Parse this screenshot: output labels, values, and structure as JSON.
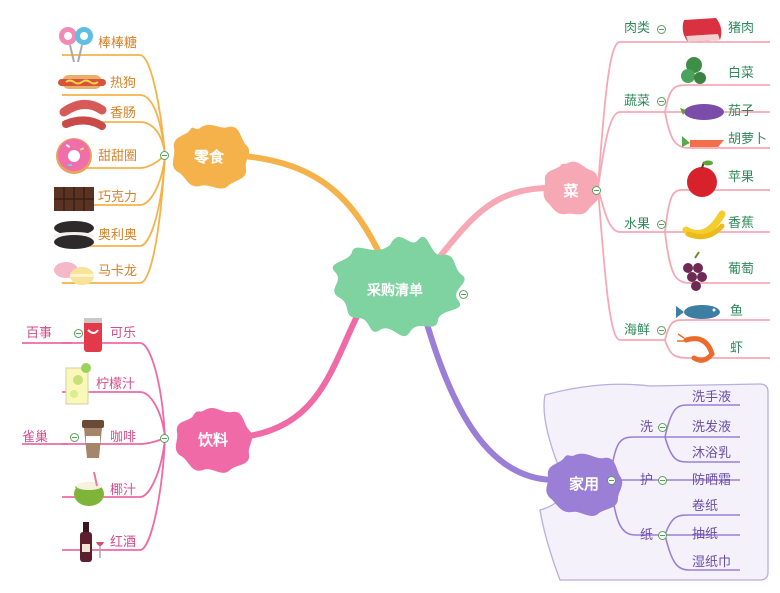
{
  "colors": {
    "center": "#7ed3a1",
    "snacks": "#f6b24a",
    "drinks": "#ef6aa6",
    "vegetables_branch": "#f6a9b5",
    "household": "#9b7fd6",
    "household_box": "#b9aee0"
  },
  "center": {
    "label": "采购清单"
  },
  "snacks": {
    "label": "零食",
    "items": [
      "棒棒糖",
      "热狗",
      "香肠",
      "甜甜圈",
      "巧克力",
      "奥利奥",
      "马卡龙"
    ],
    "icons": [
      "lollipop-icon",
      "hotdog-icon",
      "sausage-icon",
      "donut-icon",
      "chocolate-icon",
      "oreo-icon",
      "macaron-icon"
    ]
  },
  "drinks": {
    "label": "饮料",
    "items": [
      "可乐",
      "柠檬汁",
      "咖啡",
      "椰汁",
      "红酒"
    ],
    "icons": [
      "cola-can-icon",
      "lemonade-icon",
      "coffee-cup-icon",
      "coconut-icon",
      "wine-icon"
    ],
    "brands": {
      "cola": "百事",
      "coffee": "雀巢"
    }
  },
  "food": {
    "label": "菜",
    "groups": {
      "meat": {
        "label": "肉类",
        "items": [
          "猪肉"
        ]
      },
      "vegetables": {
        "label": "蔬菜",
        "items": [
          "白菜",
          "茄子",
          "胡萝卜"
        ]
      },
      "fruit": {
        "label": "水果",
        "items": [
          "苹果",
          "香蕉",
          "葡萄"
        ]
      },
      "seafood": {
        "label": "海鲜",
        "items": [
          "鱼",
          "虾"
        ]
      }
    },
    "icons": [
      "pork-icon",
      "cabbage-icon",
      "eggplant-icon",
      "carrot-icon",
      "apple-icon",
      "banana-icon",
      "grape-icon",
      "fish-icon",
      "shrimp-icon"
    ]
  },
  "household": {
    "label": "家用",
    "groups": {
      "wash": {
        "label": "洗",
        "items": [
          "洗手液",
          "洗发液",
          "沐浴乳"
        ]
      },
      "care": {
        "label": "护",
        "items": [
          "防晒霜"
        ]
      },
      "paper": {
        "label": "纸",
        "items": [
          "卷纸",
          "抽纸",
          "湿纸巾"
        ]
      }
    }
  }
}
